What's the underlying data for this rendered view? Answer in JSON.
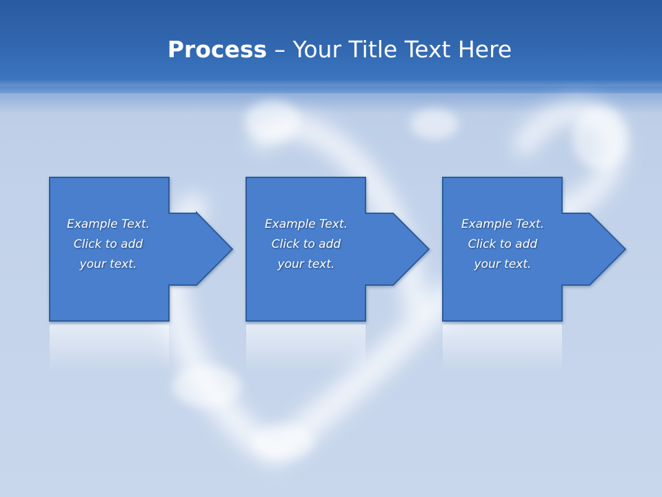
{
  "title": {
    "bold": "Process",
    "rest": " – Your Title Text Here"
  },
  "steps": [
    {
      "line1": "Example Text.",
      "line2": "Click  to add",
      "line3": "your text."
    },
    {
      "line1": "Example Text.",
      "line2": "Click  to add",
      "line3": "your text."
    },
    {
      "line1": "Example Text.",
      "line2": "Click  to add",
      "line3": "your text."
    }
  ],
  "colors": {
    "header": "#3269b1",
    "box_fill": "#4a7fcc",
    "box_stroke": "#2f5c99",
    "text": "#ffffff"
  }
}
